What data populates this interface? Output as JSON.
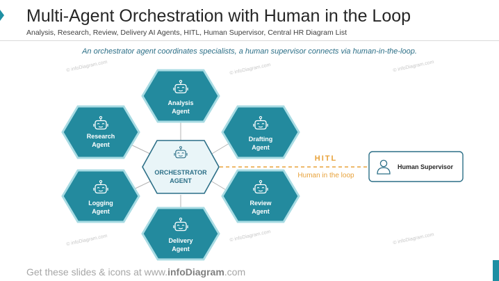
{
  "header": {
    "title": "Multi-Agent Orchestration with Human in the Loop",
    "subtitle": "Analysis, Research, Review, Delivery AI Agents, HITL, Human Supervisor, Central HR Diagram List"
  },
  "caption": "An orchestrator agent coordinates specialists, a human supervisor connects via human-in-the-loop.",
  "orchestrator": {
    "line1": "ORCHESTRATOR",
    "line2": "AGENT",
    "icon": "robot-icon"
  },
  "agents": [
    {
      "id": "analysis",
      "line1": "Analysis",
      "line2": "Agent",
      "icon": "robot-icon"
    },
    {
      "id": "drafting",
      "line1": "Drafting",
      "line2": "Agent",
      "icon": "robot-icon"
    },
    {
      "id": "review",
      "line1": "Review",
      "line2": "Agent",
      "icon": "robot-icon"
    },
    {
      "id": "delivery",
      "line1": "Delivery",
      "line2": "Agent",
      "icon": "robot-icon"
    },
    {
      "id": "logging",
      "line1": "Logging",
      "line2": "Agent",
      "icon": "robot-icon"
    },
    {
      "id": "research",
      "line1": "Research",
      "line2": "Agent",
      "icon": "robot-icon"
    }
  ],
  "hitl": {
    "label": "HITL",
    "sublabel": "Human in the loop"
  },
  "supervisor": {
    "label": "Human Supervisor",
    "icon": "person-icon"
  },
  "watermark": "© infoDiagram.com",
  "footer": {
    "prefix": "Get these slides & icons at www.",
    "brand": "infoDiagram",
    "suffix": ".com"
  },
  "colors": {
    "accent": "#1e8fa3",
    "hex_fill": "#238a9e",
    "hex_outline": "#a8dbe3",
    "orchestrator_fill": "#e9f5f8",
    "hitl": "#e8a23a",
    "text_dark": "#262626"
  }
}
